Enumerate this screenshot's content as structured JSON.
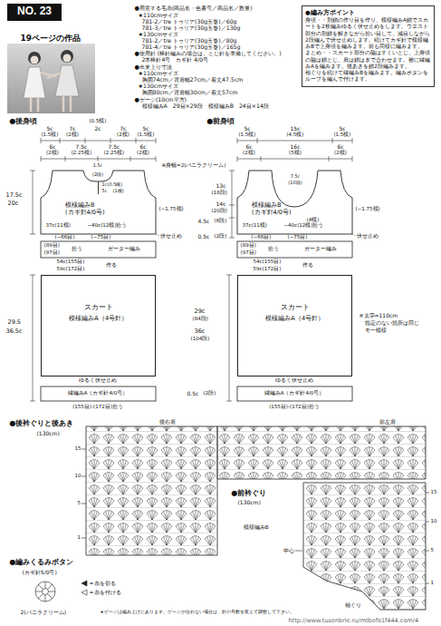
{
  "diagram": {
    "nodes": [
      {
        "text": [
          "NO. 23"
        ]
      },
      {
        "text": [
          "●編み方ポイント",
          "身頃・・別鎖の作り目を作り、模様編みA鎖でスカートを2枚編みゆるく伏せ止めをします。ウエスト部分の別鎖を解きながら拾い目して、減目しながら2段編んで伏せ止めします。続けてカギ針で模様編みBで上身頃を編みます。前も同様に編みます。",
          "まとめ・・スカート部分の脇はすくいとじ、上身頃の脇は鎖とじ、肩は鎖はぎで合わせます。裾に縁編みAを編みます。後あきを鎖2段編みます。",
          "袖ぐりを続けて縁編みBを編みます。編みボタンをループを編んで付けます。"
        ]
      },
      {
        "text": [
          "模様編みB",
          "(カギ針4/0号)"
        ]
      },
      {
        "text": [
          "スカート",
          "模様編みA（4号針）"
        ]
      },
      {
        "text": [
          "模様編みB",
          "(カギ針4/0号)"
        ]
      },
      {
        "text": [
          "スカート",
          "模様編みA（4号針）"
        ]
      }
    ],
    "labels": [
      "19ページの作品",
      "●用意する毛糸(商品名・色番号／商品名／数量)",
      "★110cmサイズ",
      "781-2／tre トゥリア(30g玉巻)／60g",
      "781-3／tre トゥリア(30g玉巻)／130g",
      "★130cmサイズ",
      "781-2／tre トゥリア(30g玉巻)／80g",
      "781-4／tre トゥリア(30g玉巻)／165g",
      "●使用針 (棒針編みの場合は、とじ針を準備してください。)",
      "2本棒針4号　カギ針 4/0号",
      "●出来上り寸法",
      "★110cmサイズ",
      "胸囲74cm／背肩幅27cm／着丈47.5cm",
      "★130cmサイズ",
      "胸囲80cm／背肩幅30cm／着丈57cm",
      "●ゲージ(10cm平方)",
      "模様編みA　29目×29段　模様編みB　24目×14段",
      "●後身頃",
      "(0.5模)",
      "5c",
      "7c",
      "2c",
      "7c",
      "5c",
      "(1.5模)",
      "(2模)",
      "(2模)",
      "(1.5模)",
      "6c",
      "7.5c",
      "7.5c",
      "6c",
      "(2模)",
      "(2.25模)",
      "(2.25模)",
      "(2模)",
      "※身幅=2(バニラクリーム)",
      "1.5c",
      "(2段)",
      "1c(0.5模)",
      "5c",
      "(1模)",
      "(−1.75模)",
      "17.5c",
      "20c",
      "37c(11模)",
      "−40c(12模)拾う",
      "(−66目)",
      "(−75目)",
      "伏せ止め",
      "(89目)",
      "(97目)",
      "拾う",
      "ガーター編み",
      "54c(155目)",
      "59c(172目)",
      "作る",
      "29.5",
      "36.5c",
      "ゆるく伏せ止め",
      "縁編みA（カギ針4/0号）",
      "(155目)-(172目)拾う",
      "●前身頃",
      "5c",
      "15c",
      "5c",
      "(1.5模)",
      "(4.5模)",
      "(1.5模)",
      "6c",
      "16c",
      "6c",
      "(2模)",
      "(5模)",
      "(2模)",
      "7.5c",
      "(10段)",
      "13c",
      "(18段)",
      "14c",
      "(20段)",
      "(4模)",
      "(−1.75模)",
      "4.5c",
      "(6段)",
      "0.5c",
      "(2段)",
      "37c(11模)",
      "−40c(12模)拾う",
      "(−66目)",
      "(−75目)",
      "伏せ止め",
      "(89目)",
      "(97目)",
      "拾う",
      "ガーター編み",
      "54c(155目)",
      "59c(172目)",
      "作る",
      "29c",
      "(84段)",
      "36c",
      "(104段)",
      "0.5c",
      "(2段)",
      "ゆるく伏せ止め",
      "縁編みA（カギ針4/0号）",
      "(155目)-(172目)拾う",
      "※太字=110cm",
      "指定のない箇所は同じ",
      "モ一模様",
      "●後衿ぐりと後あき",
      "(130cm)",
      "後右肩",
      "前左肩",
      "15",
      "10",
      "5",
      "1",
      "●前衿ぐり",
      "(130cm)",
      "模様編みB",
      "中心",
      "15",
      "10",
      "5",
      "1",
      "袖ぐり",
      "●編みくるみボタン",
      "(カギ針5/0号)",
      "2(バニラクリーム)",
      "=糸を切る",
      "=糸を付ける",
      "★ゲージは編み上げにあります。ゲージが合わない場合は、針の号数を変えて調整して下さい。",
      "http://www.tusenbrie.ru/mtbefo1f444.com/4"
    ]
  }
}
